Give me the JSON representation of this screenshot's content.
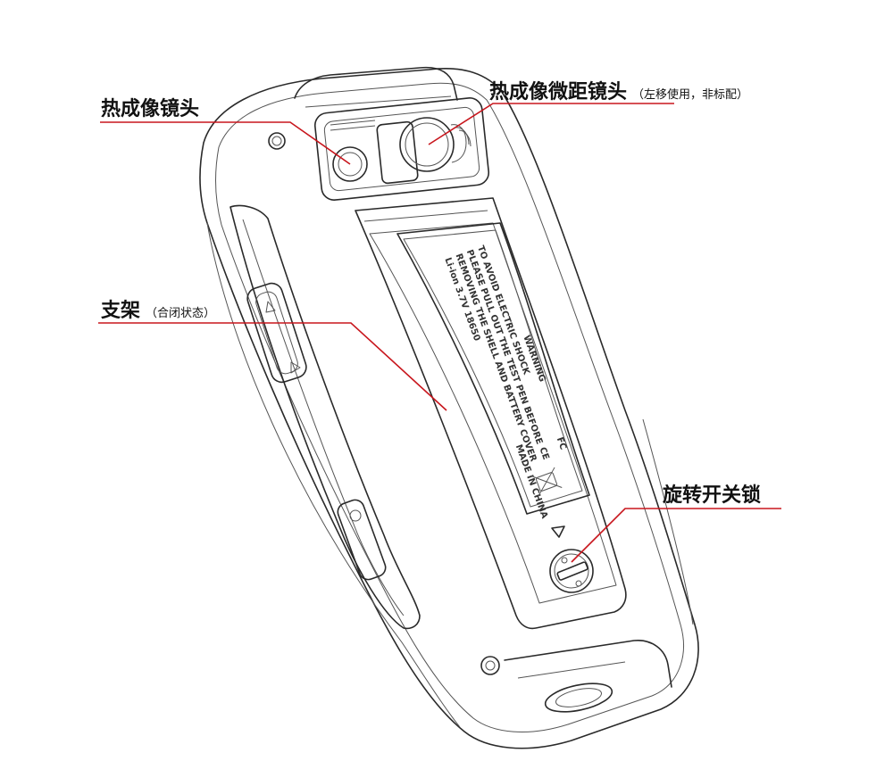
{
  "colors": {
    "leader_line": "#c8161d",
    "outline": "#2a2a2a",
    "background": "#ffffff"
  },
  "callouts": {
    "thermal_lens": {
      "label": "热成像镜头",
      "note": ""
    },
    "macro_lens": {
      "label": "热成像微距镜头",
      "note": "（左移使用，非标配）"
    },
    "stand": {
      "label": "支架",
      "note": "（合闭状态）"
    },
    "lock": {
      "label": "旋转开关锁",
      "note": ""
    }
  },
  "warning_label": {
    "lines": [
      "WARNING",
      "TO AVOID ELECTRIC SHOCK",
      "PLEASE PULL OUT THE TEST PEN BEFORE",
      "REMOVING THE SHELL AND BATTERY COVER",
      "Li-ion 3.7V 18650"
    ],
    "marks": [
      "FC",
      "CE"
    ],
    "origin": "MADE IN CHINA"
  }
}
